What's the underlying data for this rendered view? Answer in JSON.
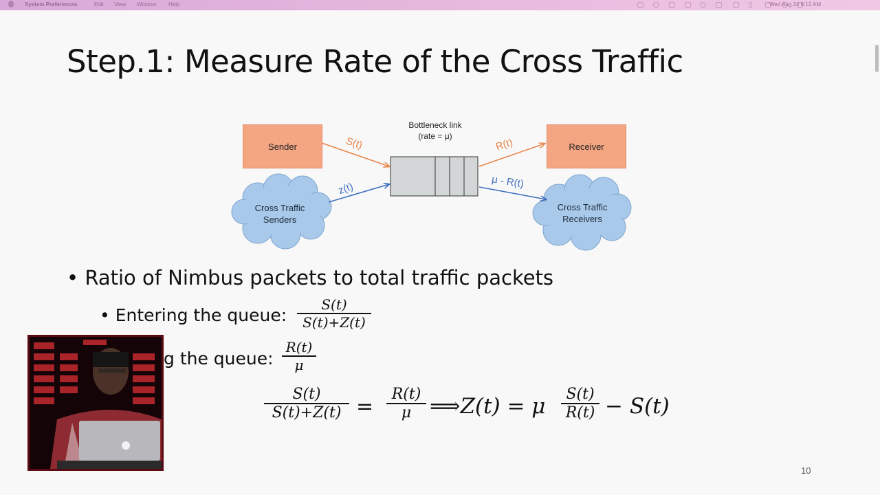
{
  "menubar": {
    "app_name": "System Preferences",
    "items": [
      "Edit",
      "View",
      "Window",
      "Help"
    ],
    "clock": "Wed Aug 24  9:12 AM"
  },
  "slide": {
    "title": "Step.1: Measure Rate of the Cross Traffic",
    "page_number": "10",
    "diagram": {
      "sender": "Sender",
      "receiver": "Receiver",
      "cross_senders_line1": "Cross Traffic",
      "cross_senders_line2": "Senders",
      "cross_receivers_line1": "Cross Traffic",
      "cross_receivers_line2": "Receivers",
      "bottleneck_line1": "Bottleneck link",
      "bottleneck_line2": "(rate = μ)",
      "s_label": "S(t)",
      "z_label": "z(t)",
      "r_label": "R(t)",
      "mu_r_label": "μ - R(t)",
      "colors": {
        "orange": "#e8854a",
        "blue": "#3f6fbf",
        "box": "#f4a582",
        "cloud": "#a9c9ea"
      }
    },
    "bullets": {
      "main": "Ratio of Nimbus packets to total traffic packets",
      "entering": "Entering the queue:",
      "leaving_visible": "g the queue:"
    },
    "math": {
      "enter_num": "S(t)",
      "enter_den": "S(t)+Z(t)",
      "leave_num": "R(t)",
      "leave_den": "μ",
      "eq_lhs_num": "S(t)",
      "eq_lhs_den": "S(t)+Z(t)",
      "eq_equals": "=",
      "eq_mid_num": "R(t)",
      "eq_mid_den": "μ",
      "eq_implies": "⟹Z(t) = μ",
      "eq_rhs_num": "S(t)",
      "eq_rhs_den": "R(t)",
      "eq_tail": "− S(t)"
    }
  }
}
